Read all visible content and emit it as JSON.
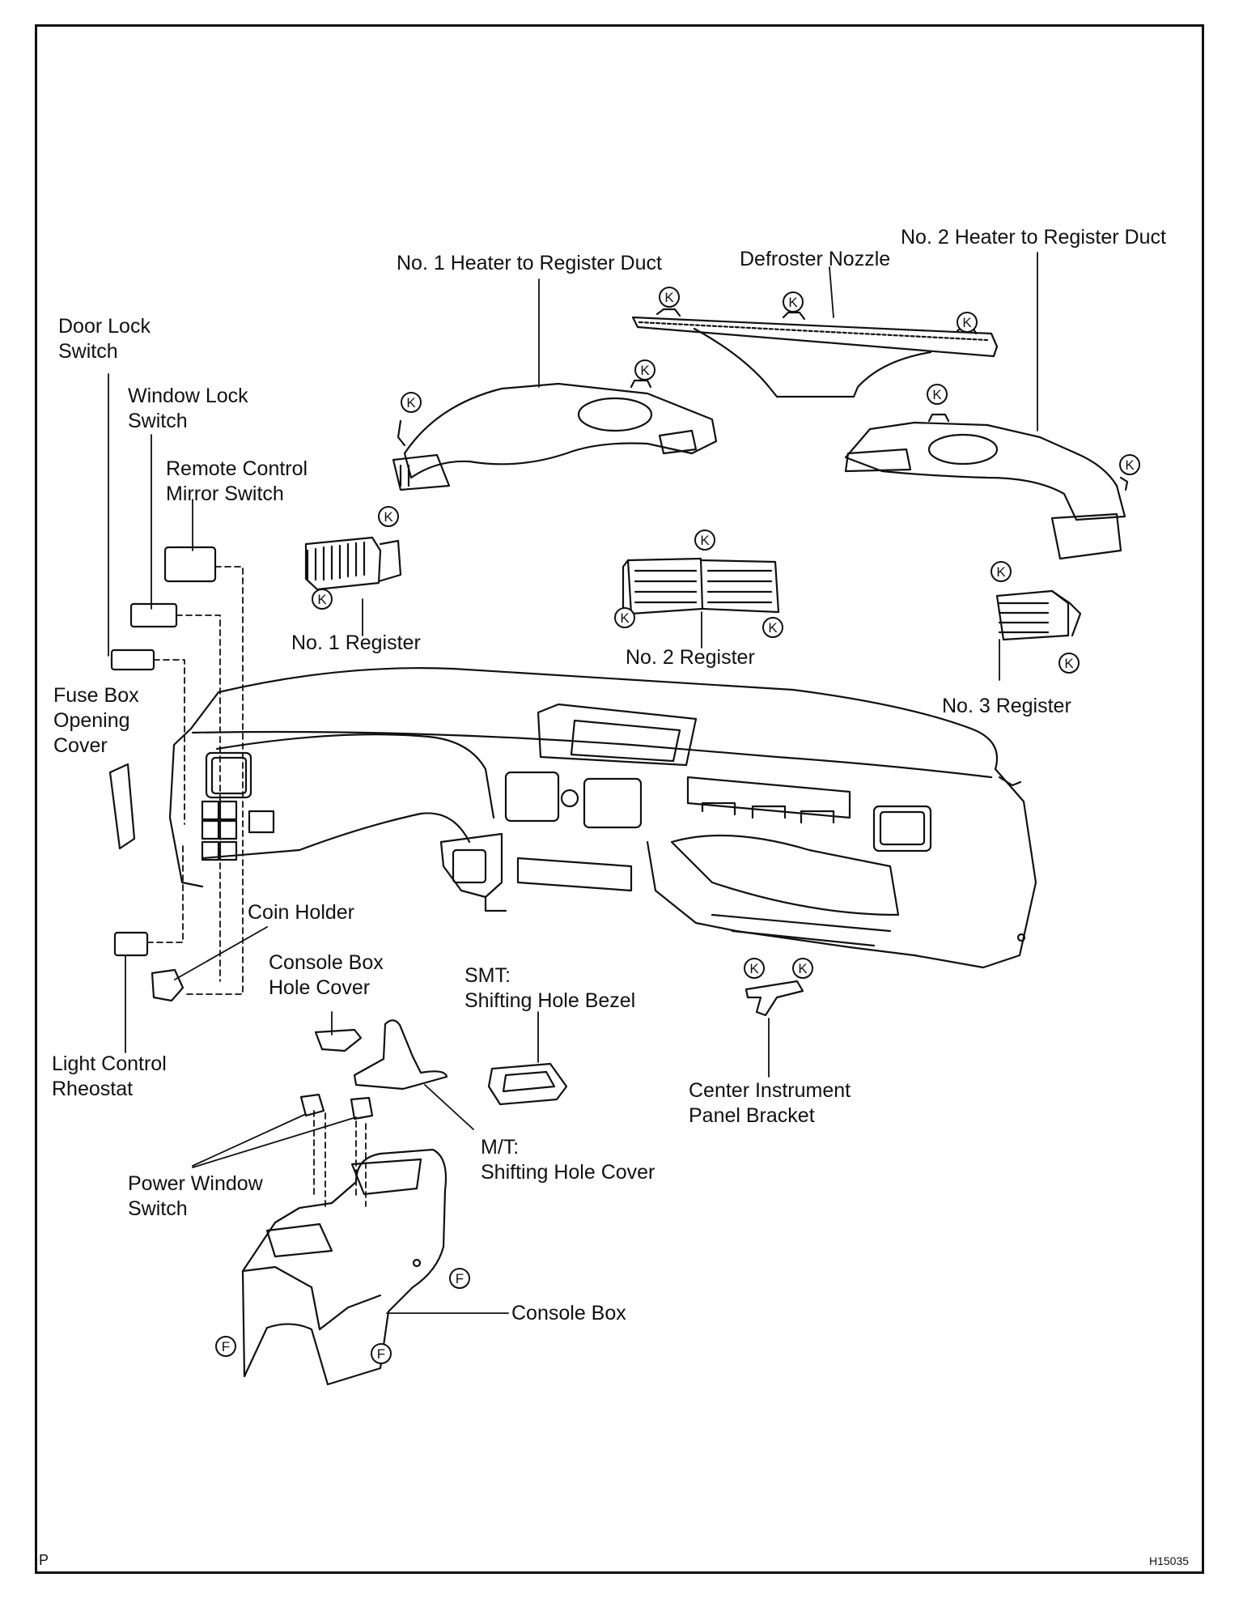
{
  "labels": {
    "no2_duct": "No. 2 Heater to Register Duct",
    "no1_duct": "No. 1 Heater to Register Duct",
    "defroster": "Defroster Nozzle",
    "door_lock": "Door Lock\nSwitch",
    "window_lock": "Window Lock\nSwitch",
    "mirror_switch": "Remote Control\nMirror Switch",
    "no1_register": "No. 1 Register",
    "no2_register": "No. 2 Register",
    "no3_register": "No. 3 Register",
    "fuse_cover": "Fuse Box\nOpening\nCover",
    "coin_holder": "Coin Holder",
    "console_hole_cover": "Console Box\nHole Cover",
    "smt_bezel": "SMT:\nShifting Hole Bezel",
    "center_bracket": "Center Instrument\nPanel Bracket",
    "light_rheostat": "Light Control\nRheostat",
    "mt_cover": "M/T:\nShifting Hole Cover",
    "power_window": "Power Window\nSwitch",
    "console_box": "Console Box"
  },
  "markers": {
    "k": "K",
    "f": "F"
  },
  "corners": {
    "page_letter": "P",
    "figure_id": "H15035"
  }
}
